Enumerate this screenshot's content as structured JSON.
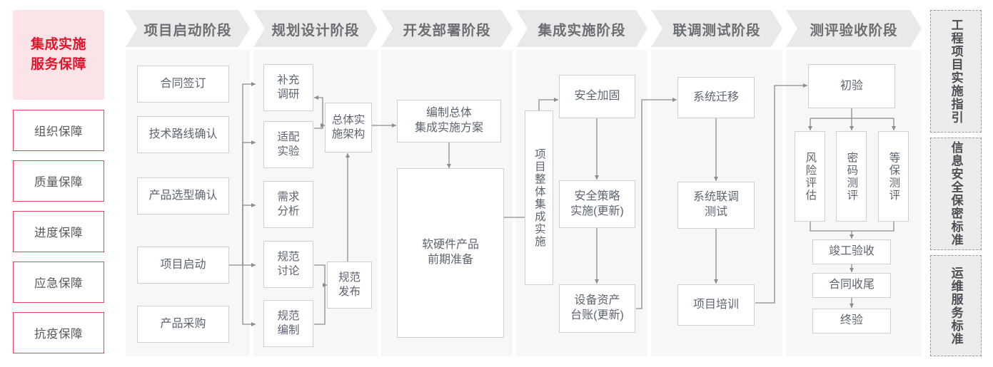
{
  "colors": {
    "accent_red": "#e3142d",
    "accent_border": "#e8435c",
    "pink_bg": "#fbe4e7",
    "panel_bg": "#f7f7f7",
    "header_bg": "#e9e9e9",
    "header_text": "#6b6f73",
    "node_text": "#5d6570",
    "node_border": "#cfcfcf",
    "sidebar_bg": "#ececec",
    "sidebar_border": "#9a9a9a",
    "connector": "#8c8c8c"
  },
  "left_panel": {
    "title": "集成实施\n服务保障",
    "title_line1": "集成实施",
    "title_line2": "服务保障",
    "items": [
      {
        "label": "组织保障"
      },
      {
        "label": "质量保障"
      },
      {
        "label": "进度保障"
      },
      {
        "label": "应急保障"
      },
      {
        "label": "抗疫保障"
      }
    ]
  },
  "phases": [
    {
      "id": "p1",
      "header": "项目启动阶段"
    },
    {
      "id": "p2",
      "header": "规划设计阶段"
    },
    {
      "id": "p3",
      "header": "开发部署阶段"
    },
    {
      "id": "p4",
      "header": "集成实施阶段"
    },
    {
      "id": "p5",
      "header": "联调测试阶段"
    },
    {
      "id": "p6",
      "header": "测评验收阶段"
    }
  ],
  "nodes": {
    "p1_n1": "合同签订",
    "p1_n2": "技术路线确认",
    "p1_n3": "产品选型确认",
    "p1_n4": "项目启动",
    "p1_n5": "产品采购",
    "p2_n1": "补充\n调研",
    "p2_n2": "适配\n实验",
    "p2_n3": "需求\n分析",
    "p2_n4": "规范\n讨论",
    "p2_n5": "规范\n编制",
    "p2_arch": "总体实\n施架构",
    "p2_pub": "规范\n发布",
    "p3_n1": "编制总体\n集成实施方案",
    "p3_n2": "软硬件产品\n前期准备",
    "p4_main": "项目整体集成实施",
    "p4_n1": "安全加固",
    "p4_n2": "安全策略\n实施(更新)",
    "p4_n3": "设备资产\n台账(更新)",
    "p5_n1": "系统迁移",
    "p5_n2": "系统联调\n测试",
    "p5_n3": "项目培训",
    "p6_n1": "初验",
    "p6_n2": "风险评估",
    "p6_n3": "密码测评",
    "p6_n4": "等保测评",
    "p6_n5": "竣工验收",
    "p6_n6": "合同收尾",
    "p6_n7": "终验"
  },
  "sidebar": {
    "blocks": [
      {
        "label": "工程项目实施指引"
      },
      {
        "label": "信息安全保密标准"
      },
      {
        "label": "运维服务标准"
      }
    ]
  }
}
